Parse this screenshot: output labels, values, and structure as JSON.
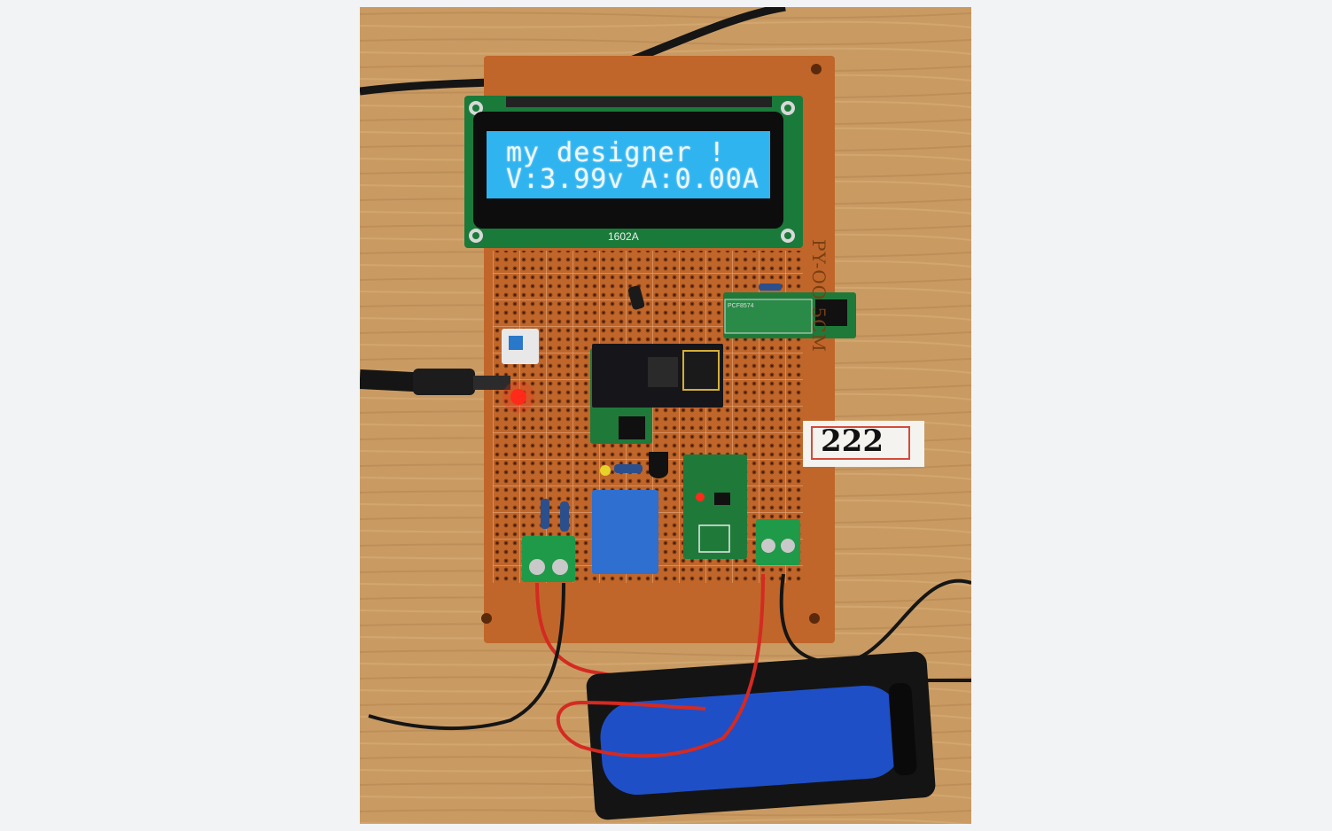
{
  "photo": {
    "lcd": {
      "line1": "my designer !",
      "line2": "V:3.99v A:0.00A",
      "backlight_color": "#2fb4f0",
      "model_label": "1602A"
    },
    "pcf_label": "PCF8574",
    "board_side_text": "PY-OO 5CM",
    "tag_label": "222",
    "colors": {
      "pcb": "#c0662a",
      "led_red": "#ff2a1a",
      "relay_blue": "#2f6fd0",
      "module_green": "#1f7a3a",
      "battery_blue": "#1e4fc7"
    }
  }
}
